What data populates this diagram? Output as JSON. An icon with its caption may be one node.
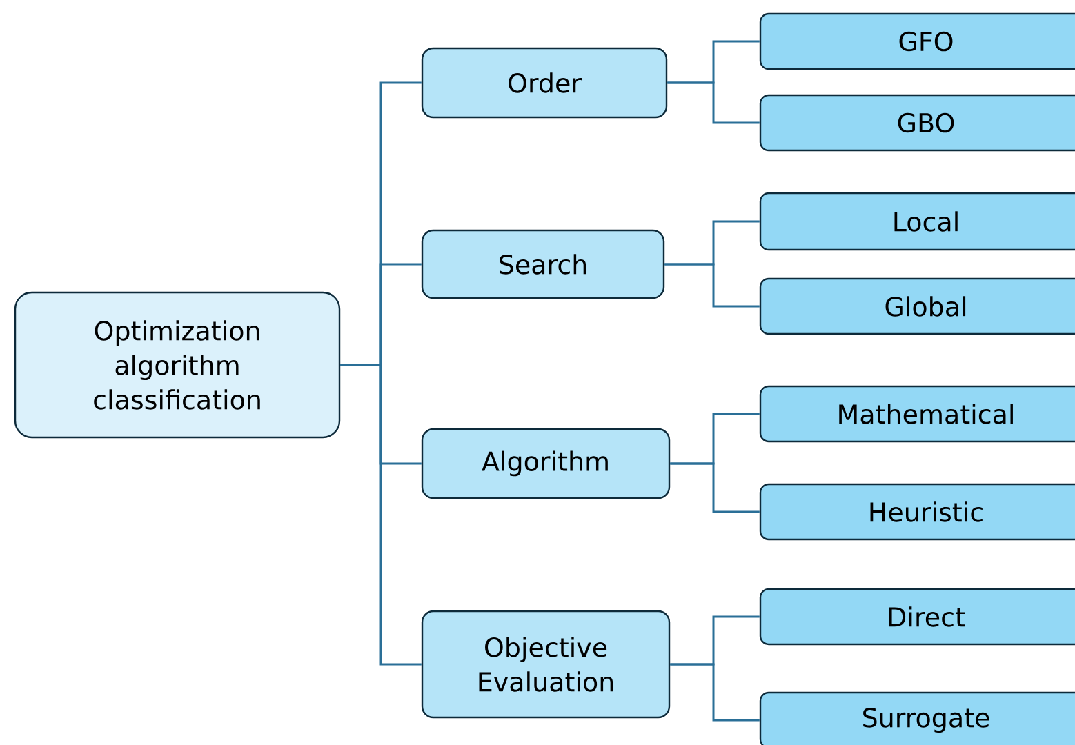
{
  "diagram": {
    "nodes": [
      {
        "text": [
          "Optimization algorithm classification"
        ]
      },
      {
        "text": [
          "Order"
        ]
      },
      {
        "text": [
          "GFO"
        ]
      },
      {
        "text": [
          "GBO"
        ]
      },
      {
        "text": [
          "Search"
        ]
      },
      {
        "text": [
          "Local"
        ]
      },
      {
        "text": [
          "Global"
        ]
      },
      {
        "text": [
          "Algorithm"
        ]
      },
      {
        "text": [
          "Mathematical"
        ]
      },
      {
        "text": [
          "Heuristic"
        ]
      },
      {
        "text": [
          "Objective Evaluation"
        ]
      },
      {
        "text": [
          "Direct"
        ]
      },
      {
        "text": [
          "Surrogate"
        ]
      }
    ],
    "edges": [
      {
        "from": 0,
        "to": 1,
        "arrow": "none"
      },
      {
        "from": 0,
        "to": 4,
        "arrow": "none"
      },
      {
        "from": 0,
        "to": 7,
        "arrow": "none"
      },
      {
        "from": 0,
        "to": 10,
        "arrow": "none"
      },
      {
        "from": 1,
        "to": 2,
        "arrow": "none"
      },
      {
        "from": 1,
        "to": 3,
        "arrow": "none"
      },
      {
        "from": 4,
        "to": 5,
        "arrow": "none"
      },
      {
        "from": 4,
        "to": 6,
        "arrow": "none"
      },
      {
        "from": 7,
        "to": 8,
        "arrow": "none"
      },
      {
        "from": 7,
        "to": 9,
        "arrow": "none"
      },
      {
        "from": 10,
        "to": 11,
        "arrow": "none"
      },
      {
        "from": 10,
        "to": 12,
        "arrow": "none"
      }
    ]
  }
}
